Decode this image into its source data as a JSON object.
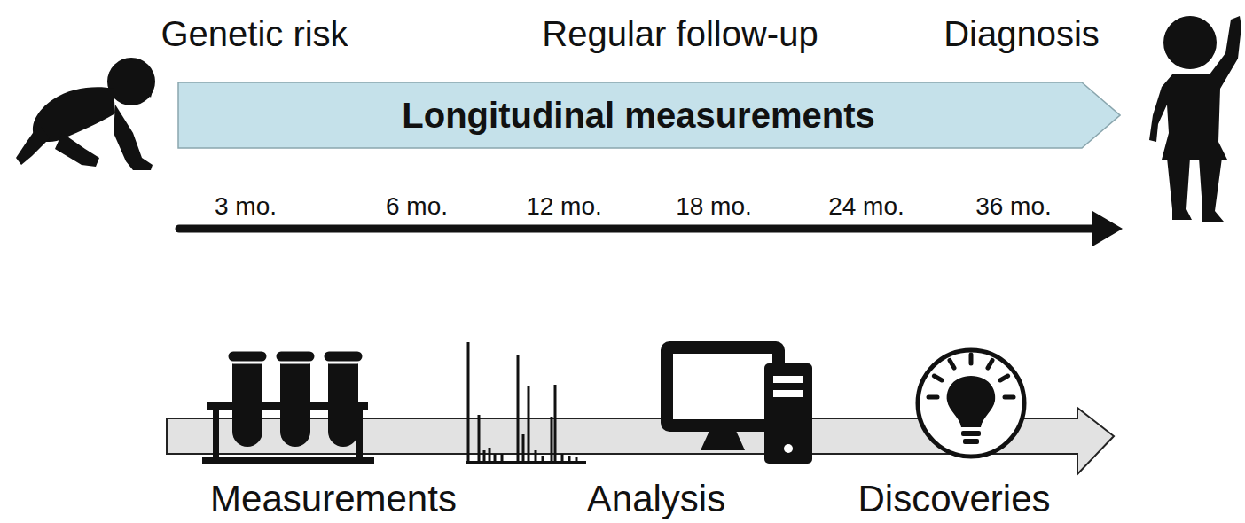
{
  "diagram": {
    "nodes": [
      {
        "text": [
          "Longitudinal measurements"
        ]
      }
    ],
    "labels": [
      "Genetic risk",
      "Regular follow-up",
      "Diagnosis",
      "3 mo.",
      "6 mo.",
      "12 mo.",
      "18 mo.",
      "24 mo.",
      "36 mo.",
      "Measurements",
      "Analysis",
      "Discoveries"
    ]
  }
}
